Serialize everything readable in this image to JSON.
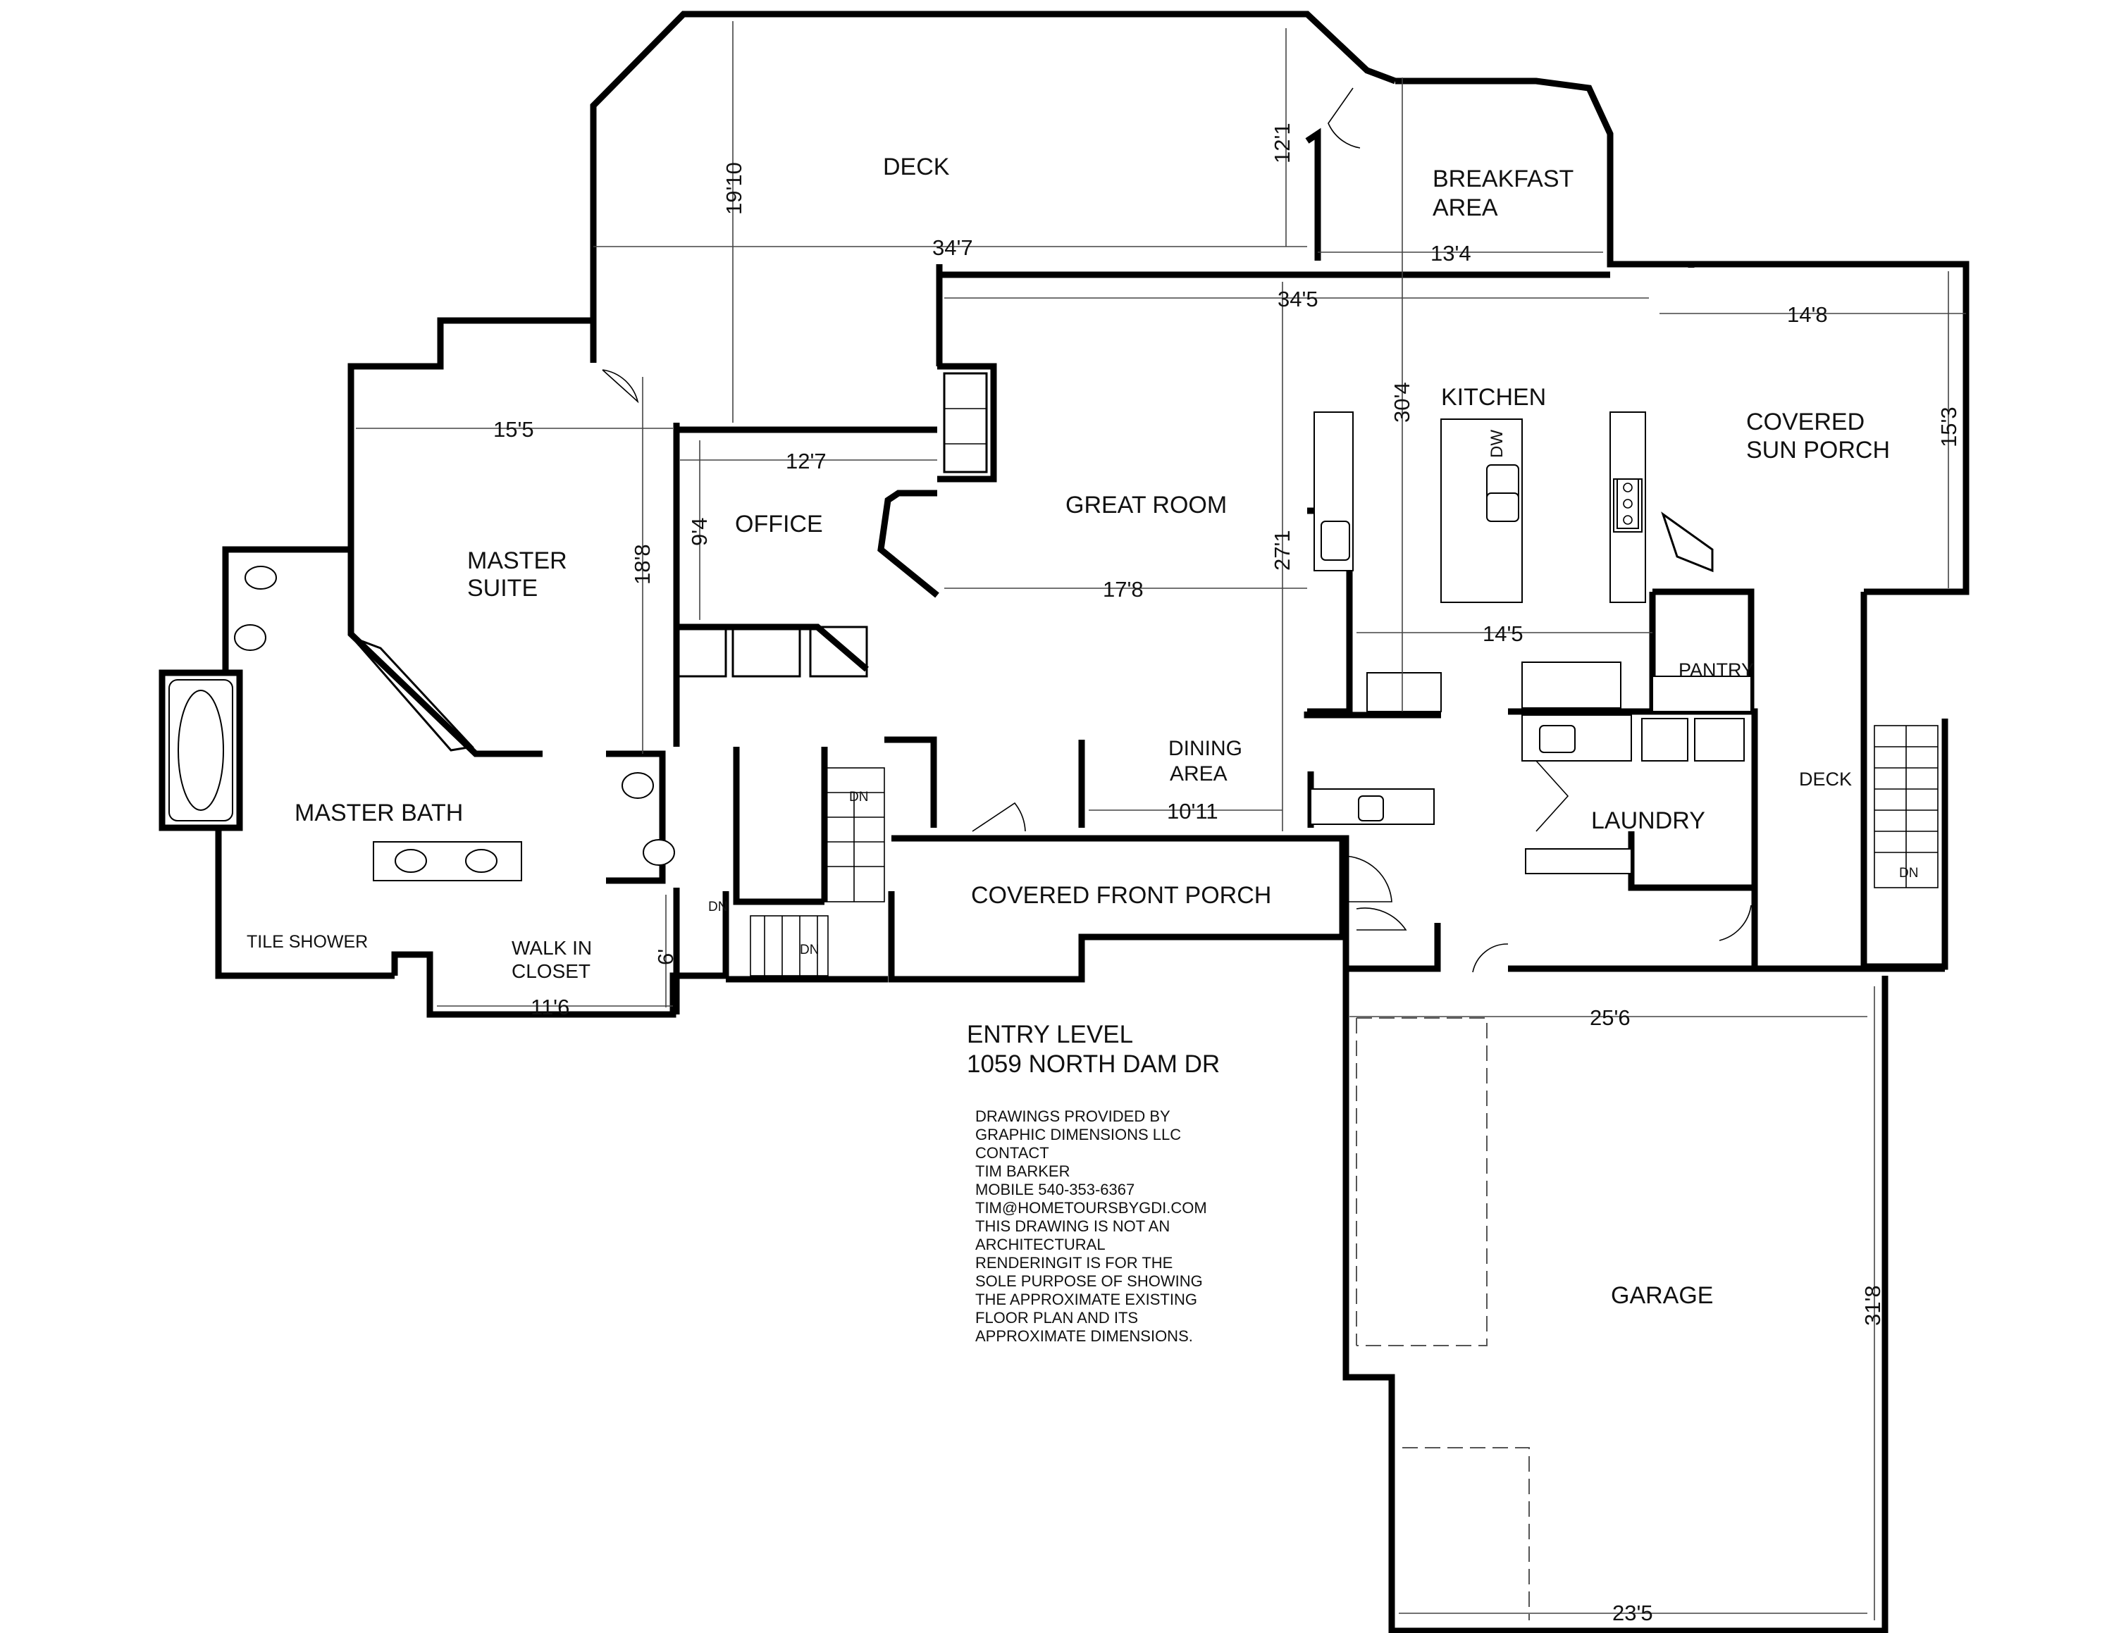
{
  "rooms": {
    "deck_top": "DECK",
    "breakfast": [
      "BREAKFAST",
      "AREA"
    ],
    "kitchen": "KITCHEN",
    "sun_porch": [
      "COVERED",
      "SUN PORCH"
    ],
    "great_room": "GREAT ROOM",
    "office": "OFFICE",
    "master_suite": [
      "MASTER",
      "SUITE"
    ],
    "master_bath": "MASTER BATH",
    "tile_shower": "TILE SHOWER",
    "walk_in_closet": [
      "WALK IN",
      "CLOSET"
    ],
    "dining": [
      "DINING",
      "AREA"
    ],
    "front_porch": "COVERED FRONT PORCH",
    "pantry": "PANTRY",
    "laundry": "LAUNDRY",
    "deck_right": "DECK",
    "garage": "GARAGE",
    "dishwasher": "DW"
  },
  "stairs": [
    "DN",
    "DN",
    "DN",
    "DN"
  ],
  "dimensions": {
    "deck_height": "19'10",
    "deck_width": "34'7",
    "deck_right_height": "12'1",
    "breakfast_width": "13'4",
    "great_width": "34'5",
    "kitchen_height": "30'4",
    "sun_width": "14'8",
    "sun_height": "15'3",
    "suite_width": "15'5",
    "suite_height": "18'8",
    "office_width": "12'7",
    "office_height": "9'4",
    "great_room_width": "17'8",
    "great_room_height": "27'1",
    "kitchen_width": "14'5",
    "dining_width": "10'11",
    "closet_width": "11'6",
    "closet_height": "6'",
    "garage_width_top": "25'6",
    "garage_height": "31'8",
    "garage_width_bottom": "23'5"
  },
  "title": {
    "level": "ENTRY LEVEL",
    "address": "1059 NORTH DAM DR"
  },
  "credits": [
    "DRAWINGS PROVIDED BY",
    "GRAPHIC DIMENSIONS LLC",
    "CONTACT",
    "TIM BARKER",
    "MOBILE 540-353-6367",
    "TIM@HOMETOURSBYGDI.COM",
    "THIS DRAWING IS NOT AN",
    "ARCHITECTURAL",
    "RENDERINGIT IS FOR THE",
    "SOLE PURPOSE OF SHOWING",
    "THE APPROXIMATE EXISTING",
    "FLOOR PLAN AND ITS",
    "APPROXIMATE DIMENSIONS."
  ]
}
